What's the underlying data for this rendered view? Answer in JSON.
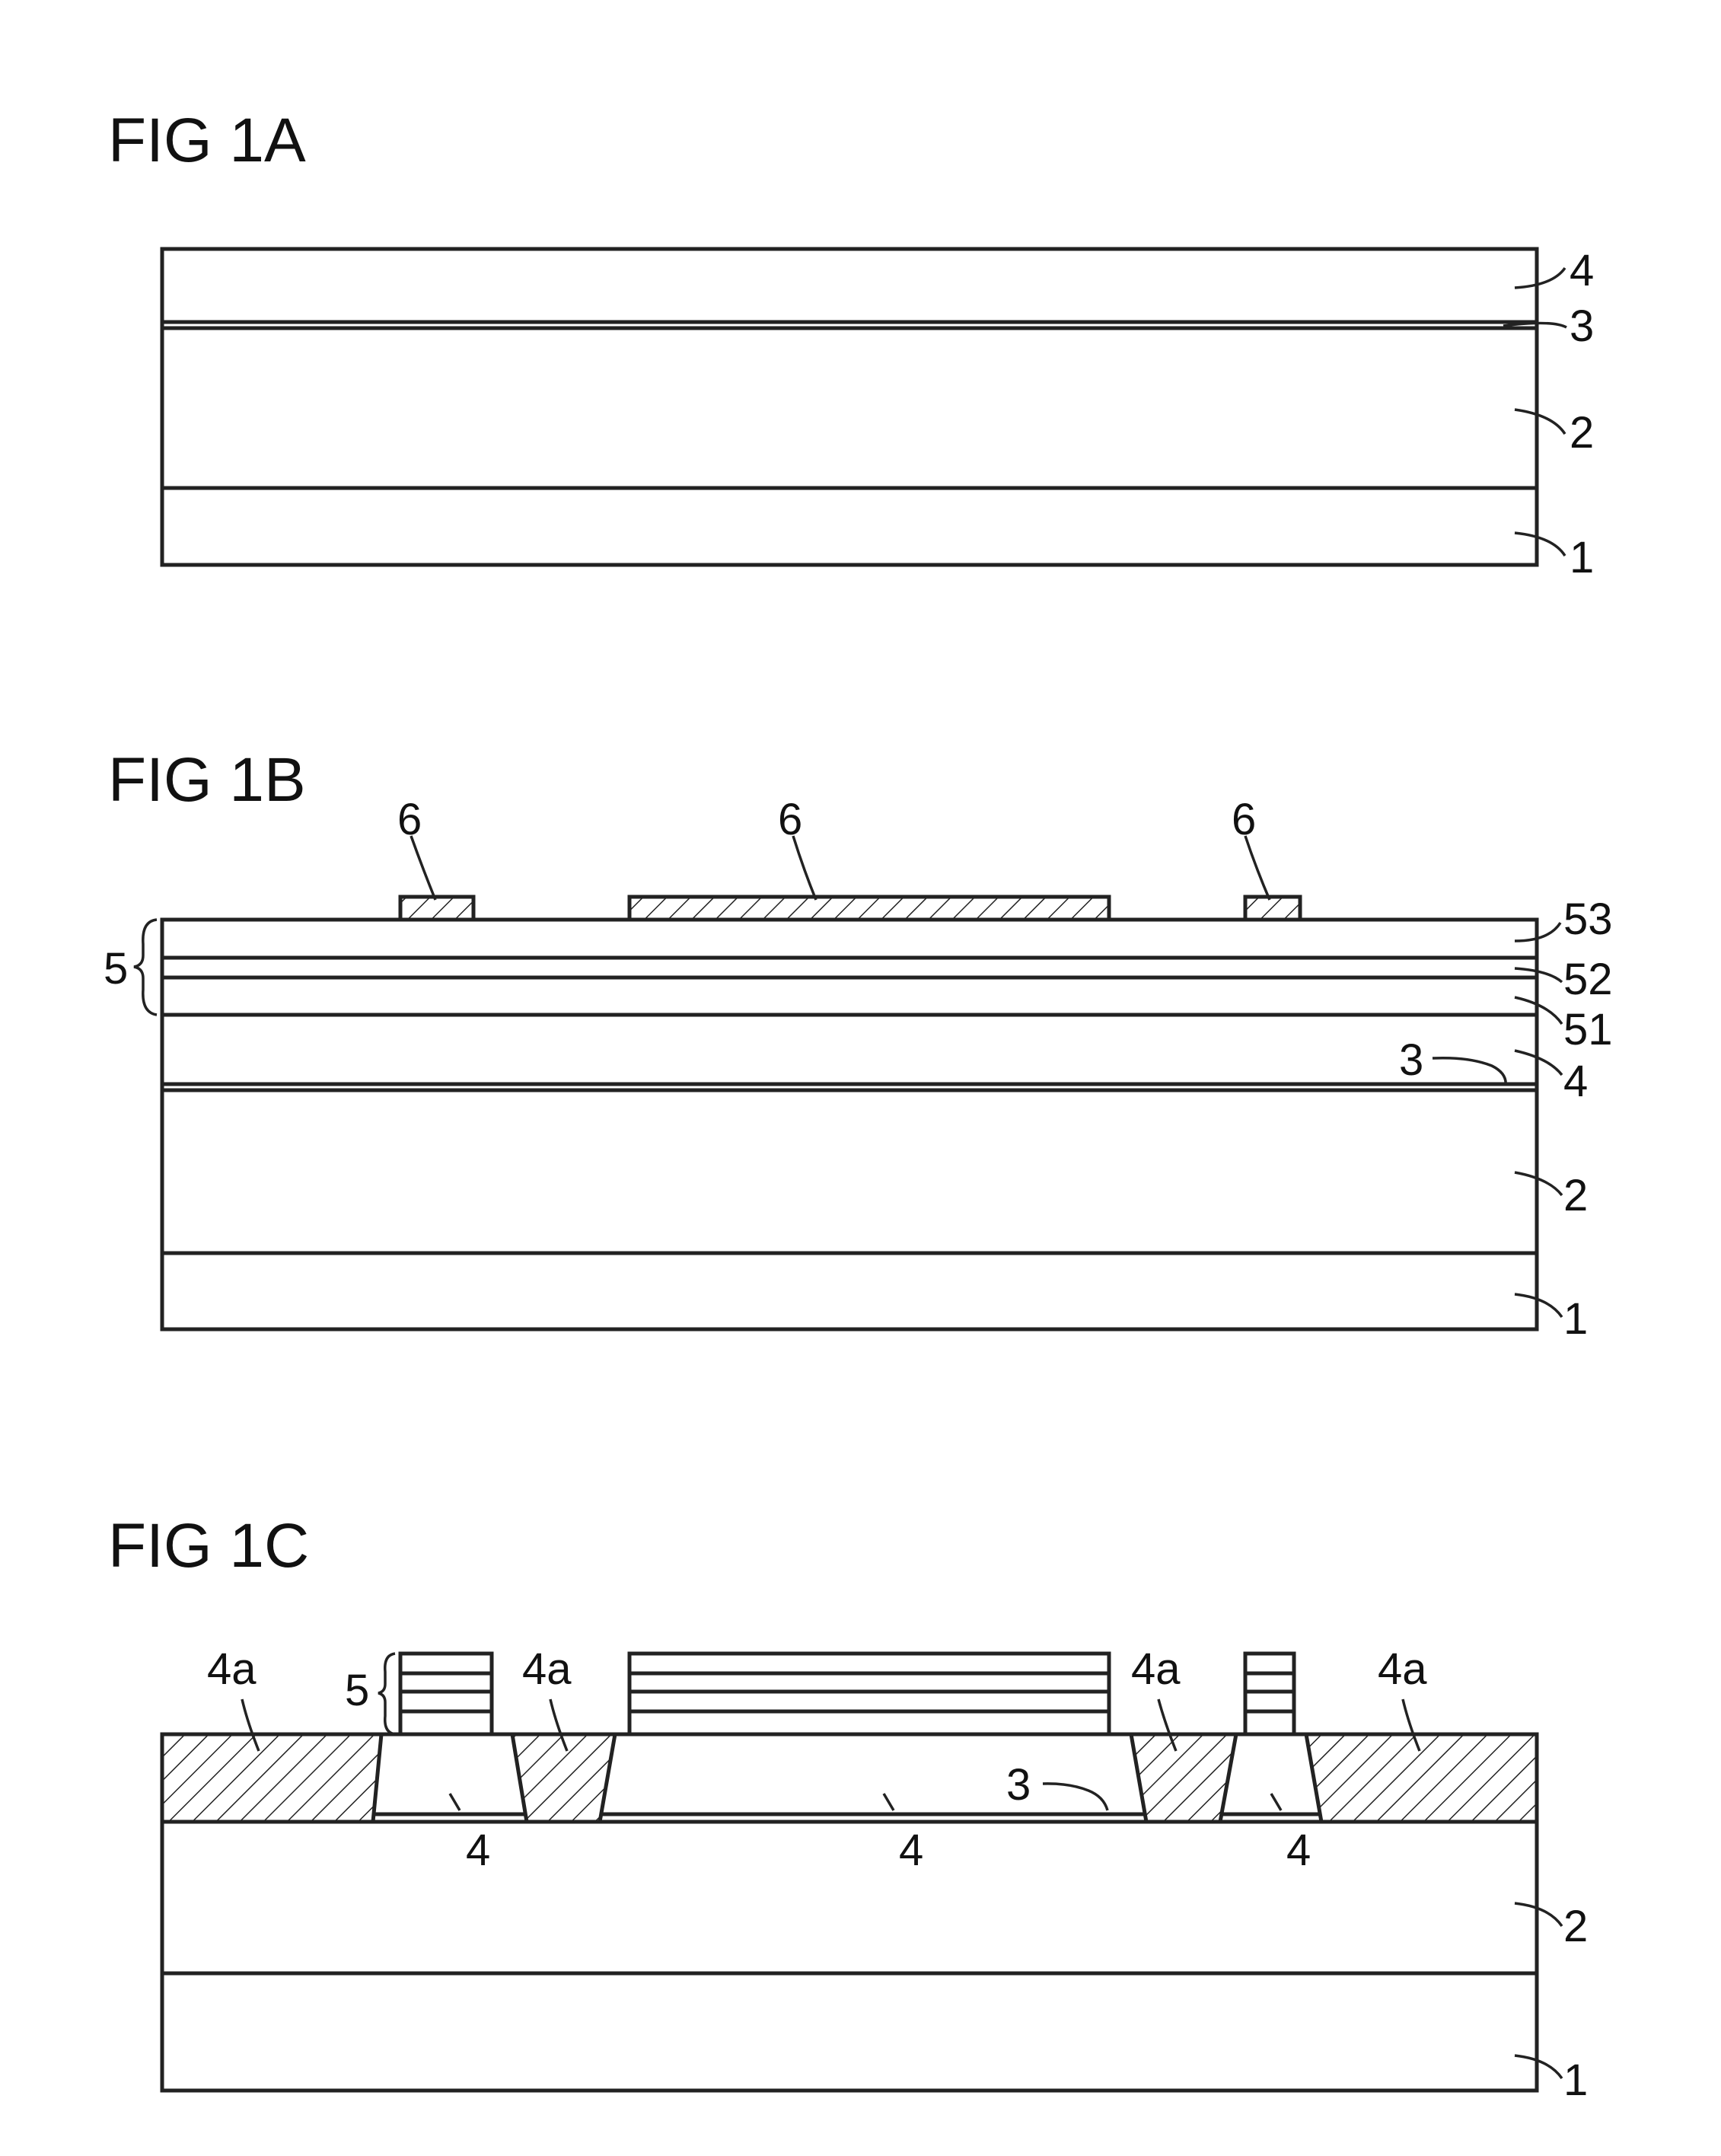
{
  "figures": {
    "fig1a": {
      "title": "FIG 1A",
      "labels": {
        "l4": "4",
        "l3": "3",
        "l2": "2",
        "l1": "1"
      }
    },
    "fig1b": {
      "title": "FIG 1B",
      "labels": {
        "m6a": "6",
        "m6b": "6",
        "m6c": "6",
        "l5": "5",
        "l53": "53",
        "l52": "52",
        "l51": "51",
        "l3": "3",
        "l4": "4",
        "l2": "2",
        "l1": "1"
      }
    },
    "fig1c": {
      "title": "FIG 1C",
      "labels": {
        "i4a1": "4a",
        "l5": "5",
        "i4a2": "4a",
        "i4a3": "4a",
        "i4a4": "4a",
        "l3": "3",
        "i4b1": "4",
        "i4b2": "4",
        "i4b3": "4",
        "l2": "2",
        "l1": "1"
      }
    }
  }
}
